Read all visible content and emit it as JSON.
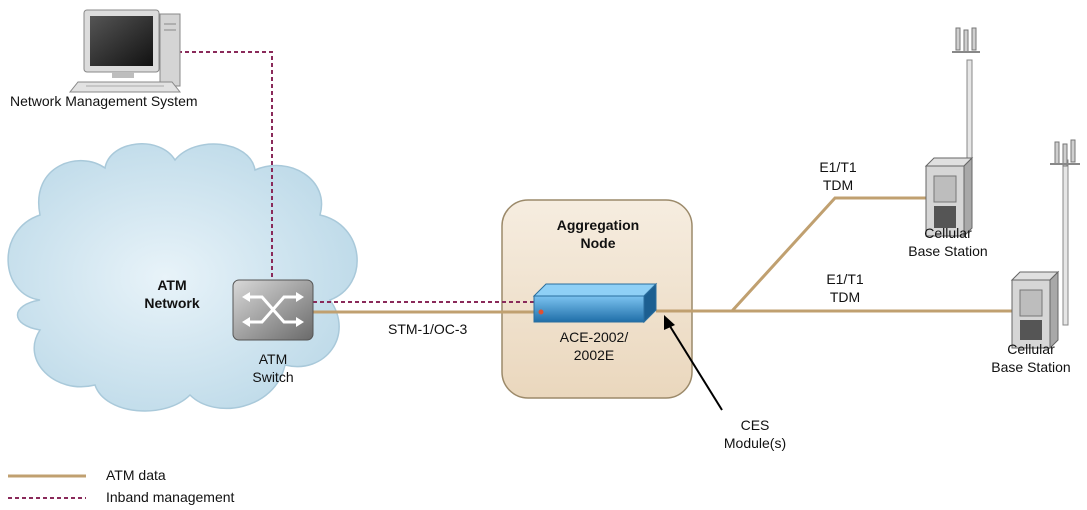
{
  "labels": {
    "nms": "Network Management System",
    "atm_network_l1": "ATM",
    "atm_network_l2": "Network",
    "atm_switch_l1": "ATM",
    "atm_switch_l2": "Switch",
    "stm_link": "STM-1/OC-3",
    "agg_node_l1": "Aggregation",
    "agg_node_l2": "Node",
    "ace_l1": "ACE-2002/",
    "ace_l2": "2002E",
    "ces_l1": "CES",
    "ces_l2": "Module(s)",
    "link1_l1": "E1/T1",
    "link1_l2": "TDM",
    "link2_l1": "E1/T1",
    "link2_l2": "TDM",
    "bs1_l1": "Cellular",
    "bs1_l2": "Base Station",
    "bs2_l1": "Cellular",
    "bs2_l2": "Base Station"
  },
  "legend": {
    "atm_data": "ATM data",
    "inband": "Inband management"
  },
  "colors": {
    "atm_data_line": "#c0a070",
    "inband_line": "#8a2a5a",
    "cloud_fill": "#cfe4ef",
    "node_fill": "#f1e3cf",
    "device_blue": "#2f86c8"
  }
}
